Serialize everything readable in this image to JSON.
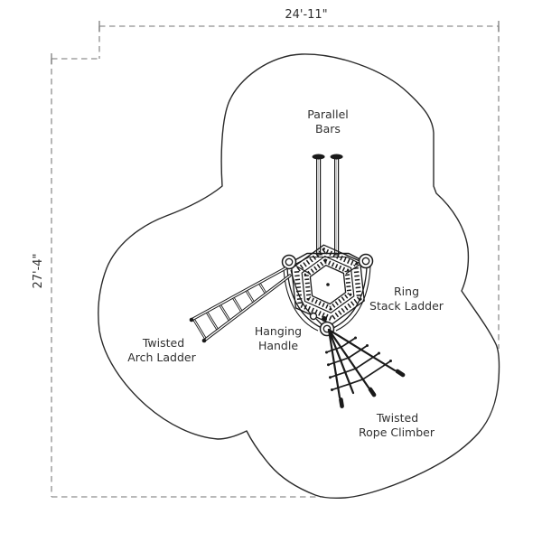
{
  "diagram": {
    "title": "playground-equipment-plan",
    "dimensions": {
      "width_label": "24'-11\"",
      "height_label": "27'-4\""
    },
    "labels": {
      "parallel_bars": {
        "line1": "Parallel",
        "line2": "Bars"
      },
      "ring_stack_ladder": {
        "line1": "Ring",
        "line2": "Stack Ladder"
      },
      "hanging_handle": {
        "line1": "Hanging",
        "line2": "Handle"
      },
      "twisted_arch_ladder": {
        "line1": "Twisted",
        "line2": "Arch Ladder"
      },
      "twisted_rope_climber": {
        "line1": "Twisted",
        "line2": "Rope Climber"
      }
    },
    "colors": {
      "equipment_line": "#1a1a1a",
      "outline_line": "#2a2a2a",
      "dashed_line": "#8f8f8f",
      "text": "#303030",
      "background": "#ffffff"
    }
  }
}
